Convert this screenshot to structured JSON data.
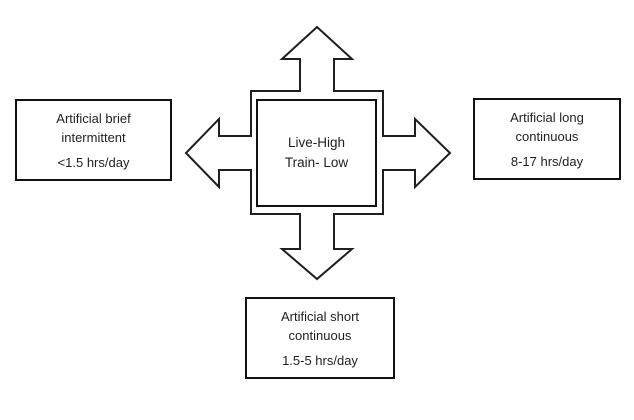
{
  "diagram": {
    "background_color": "#ffffff",
    "line_color": "#1f1f1f",
    "text_color": "#1f1f1f",
    "center_box": {
      "line1": "Live-High",
      "line2": "Train- Low"
    },
    "left_box": {
      "line1": "Artificial brief",
      "line2": "intermittent",
      "line3": "<1.5 hrs/day"
    },
    "right_box": {
      "line1": "Artificial long",
      "line2": "continuous",
      "line3": "8-17 hrs/day"
    },
    "bottom_box": {
      "line1": "Artificial short",
      "line2": "continuous",
      "line3": "1.5-5 hrs/day"
    }
  }
}
